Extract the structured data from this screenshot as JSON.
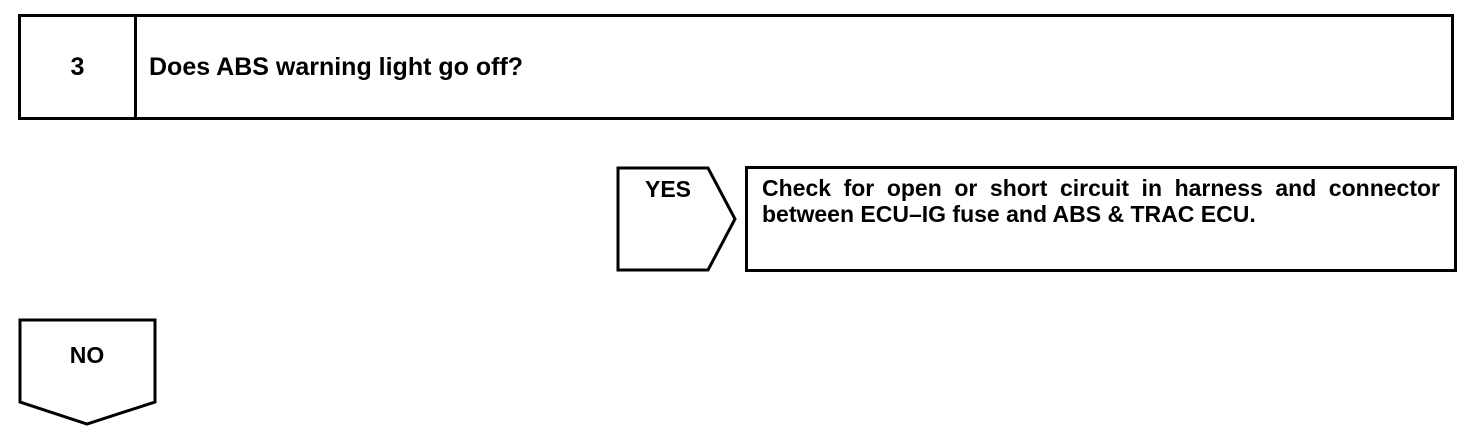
{
  "step": {
    "number": "3",
    "question": "Does ABS warning light go off?"
  },
  "yes_branch": {
    "label": "YES",
    "result": "Check for open or short circuit in harness and connector between ECU–IG fuse and ABS & TRAC ECU."
  },
  "no_branch": {
    "label": "NO"
  }
}
